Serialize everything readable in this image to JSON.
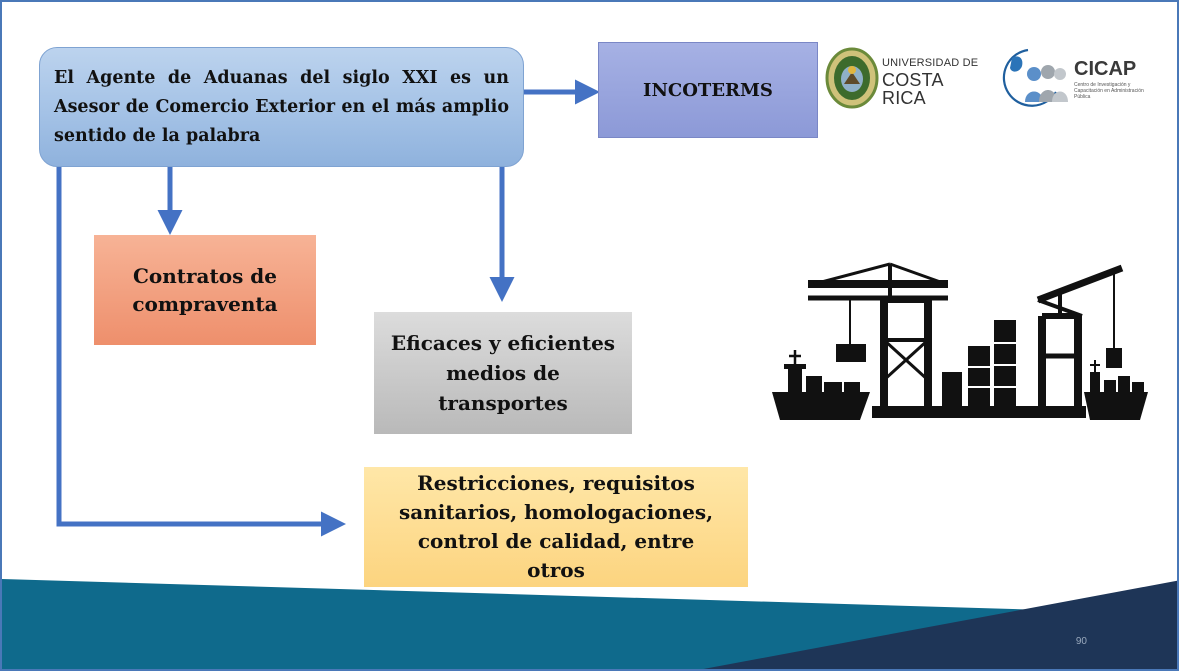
{
  "main_box": {
    "text": "El Agente de Aduanas del siglo XXI es un Asesor de Comercio Exterior en el más amplio sentido de la palabra"
  },
  "boxes": {
    "incoterms": "INCOTERMS",
    "contratos": "Contratos de compraventa",
    "eficaces": "Eficaces y eficientes medios de transportes",
    "restricciones": "Restricciones, requisitos sanitarios, homologaciones, control de calidad, entre otros"
  },
  "logos": {
    "ucr_line1": "UNIVERSIDAD DE",
    "ucr_line2": "COSTA RICA",
    "cicap_title": "CICAP",
    "cicap_subtitle": "Centro de Investigación y Capacitación en Administración Pública"
  },
  "footer": {
    "page_number": "90"
  },
  "colors": {
    "arrow": "#4472c4",
    "main_box": "#a4c2e6",
    "incoterms_box": "#8c99d7",
    "contratos_box": "#ee8f6c",
    "eficaces_box": "#c8c8c8",
    "restricciones_box": "#fcd47f",
    "footer_teal": "#0f6a8c",
    "footer_navy": "#1e3557"
  },
  "icons": [
    "port-cranes-ships-icon",
    "ucr-seal-icon",
    "cicap-globe-icon"
  ]
}
